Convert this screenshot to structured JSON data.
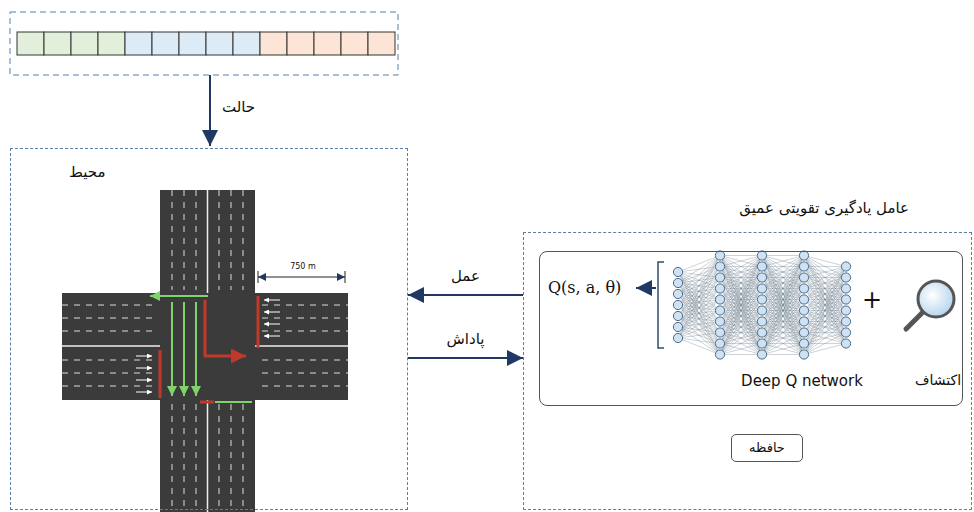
{
  "diagram": {
    "nodes": [
      {
        "text": [
          "محیط"
        ]
      },
      {
        "text": [
          "عامل یادگیری تقویتی عمیق"
        ]
      },
      {
        "text": [
          "Q(s, a, θ)",
          "+",
          "Deep Q network",
          "اکتشاف"
        ],
        "in": 1
      },
      {
        "text": [
          "حافظه"
        ],
        "in": 1
      }
    ],
    "edges": [
      {
        "from": 1,
        "to": 0,
        "arrow": "to",
        "label": "عمل"
      },
      {
        "from": 0,
        "to": 1,
        "arrow": "to",
        "label": "پاداش"
      }
    ],
    "labels": [
      "حالت",
      "750 m"
    ]
  }
}
